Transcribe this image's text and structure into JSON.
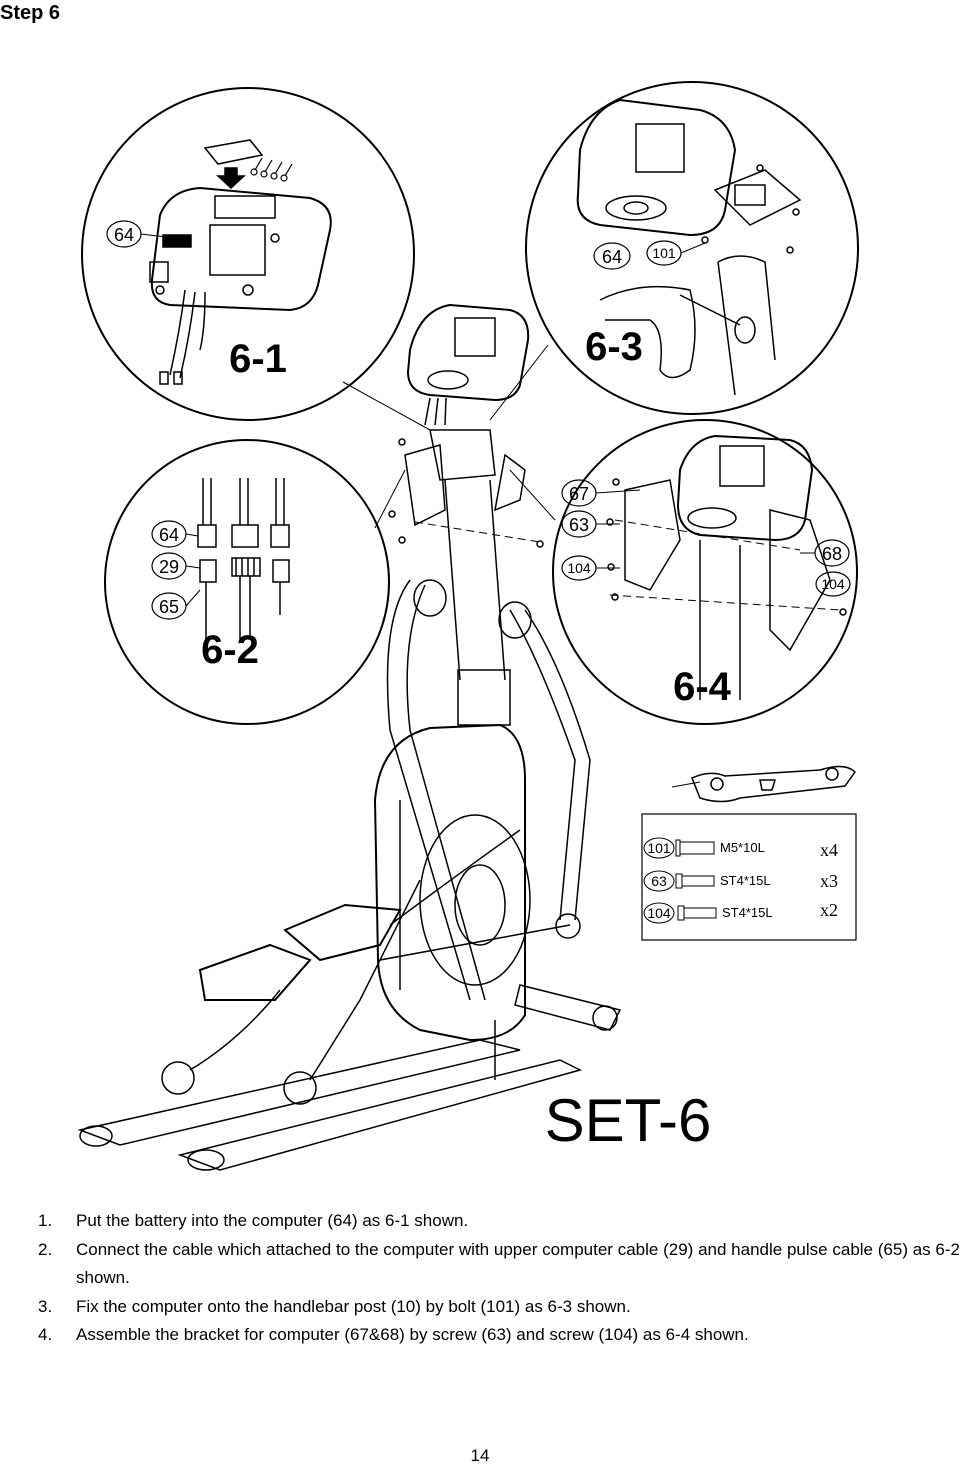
{
  "header": {
    "step_title": "Step 6"
  },
  "diagram": {
    "set_label": "SET-6",
    "details": [
      {
        "label": "6-1",
        "callouts": [
          "64"
        ]
      },
      {
        "label": "6-3",
        "callouts": [
          "64",
          "101"
        ]
      },
      {
        "label": "6-2",
        "callouts": [
          "64",
          "29",
          "65"
        ]
      },
      {
        "label": "6-4",
        "callouts": [
          "67",
          "63",
          "104",
          "68",
          "104"
        ]
      }
    ],
    "parts_table": [
      {
        "part": "101",
        "spec": "M5*10L",
        "qty": "x4"
      },
      {
        "part": "63",
        "spec": "ST4*15L",
        "qty": "x3"
      },
      {
        "part": "104",
        "spec": "ST4*15L",
        "qty": "x2"
      }
    ]
  },
  "instructions": [
    {
      "num": "1.",
      "text": "Put the battery into the computer (64) as 6-1 shown."
    },
    {
      "num": "2.",
      "text": "Connect the cable which attached to the computer with upper computer cable (29) and handle pulse cable (65) as 6-2 shown."
    },
    {
      "num": "3.",
      "text": "Fix the computer onto the handlebar post (10) by bolt (101) as 6-3 shown."
    },
    {
      "num": "4.",
      "text": "Assemble the bracket for computer (67&68) by screw (63) and screw (104) as 6-4 shown."
    }
  ],
  "footer": {
    "page_number": "14"
  }
}
